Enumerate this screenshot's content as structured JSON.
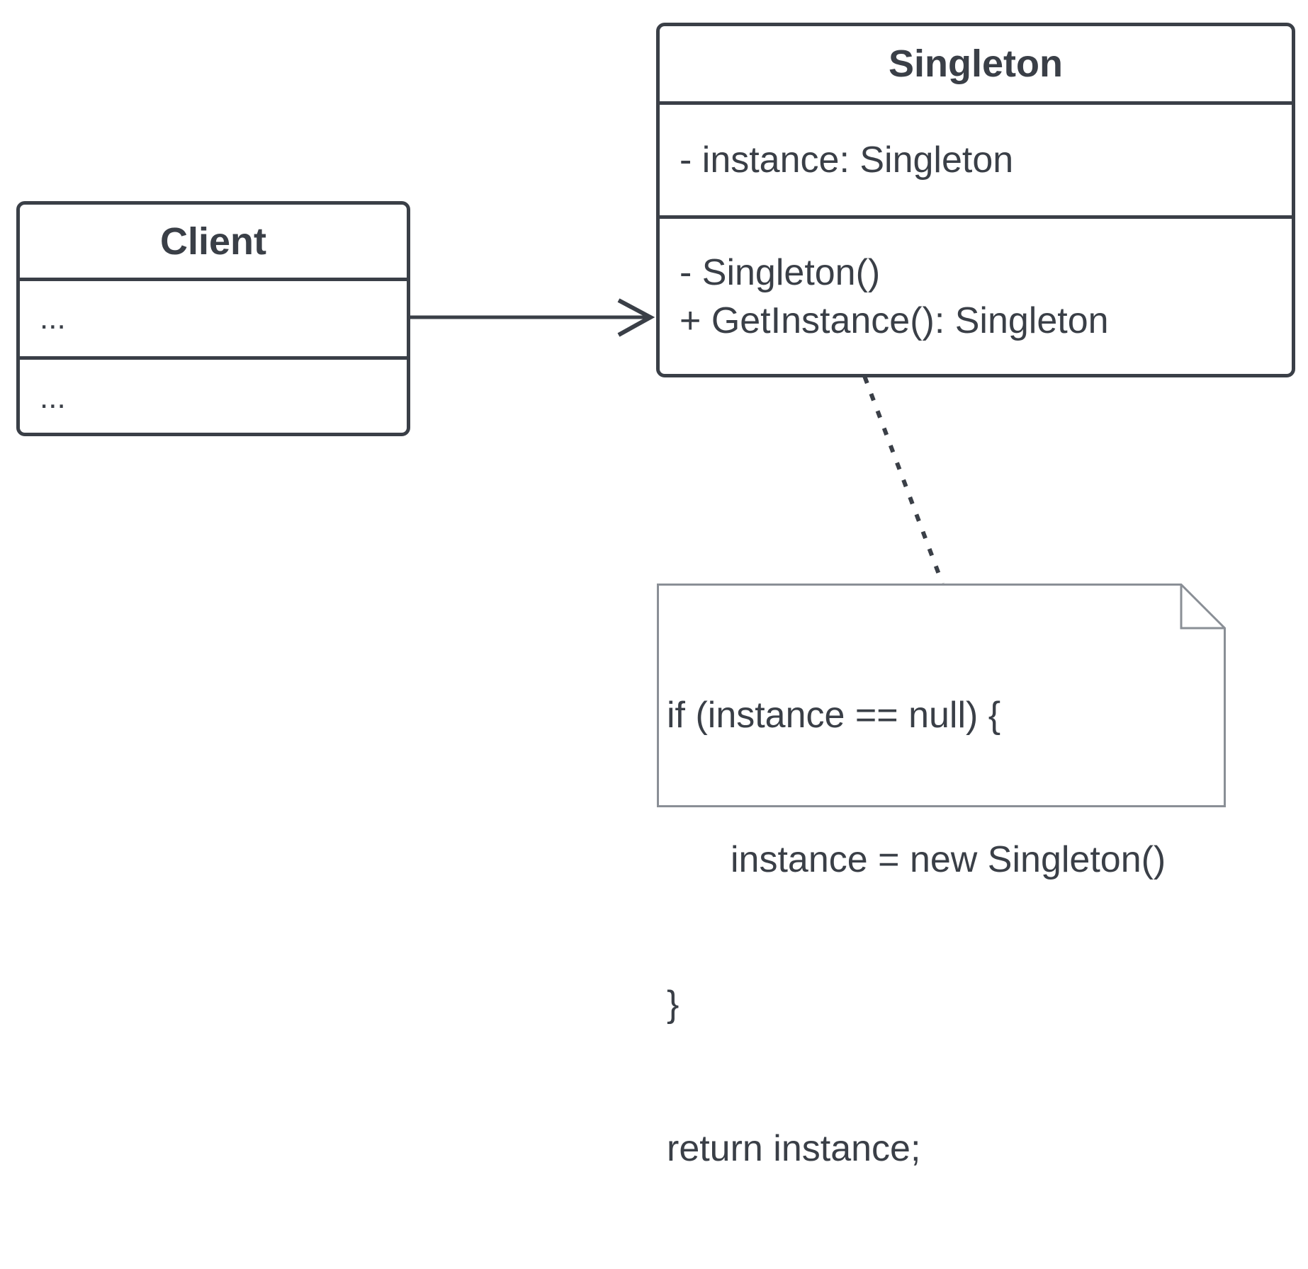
{
  "diagram": {
    "client": {
      "name": "Client",
      "attributes": "...",
      "operations": "..."
    },
    "singleton": {
      "name": "Singleton",
      "attributes": [
        "- instance: Singleton"
      ],
      "operations": [
        "- Singleton()",
        "+ GetInstance(): Singleton"
      ]
    },
    "note": {
      "lines": [
        "if (instance == null) {",
        "instance = new Singleton()",
        "}",
        "return instance;"
      ]
    },
    "colors": {
      "stroke": "#3a3f47",
      "note_stroke": "#8a8f96",
      "background": "#ffffff"
    }
  }
}
